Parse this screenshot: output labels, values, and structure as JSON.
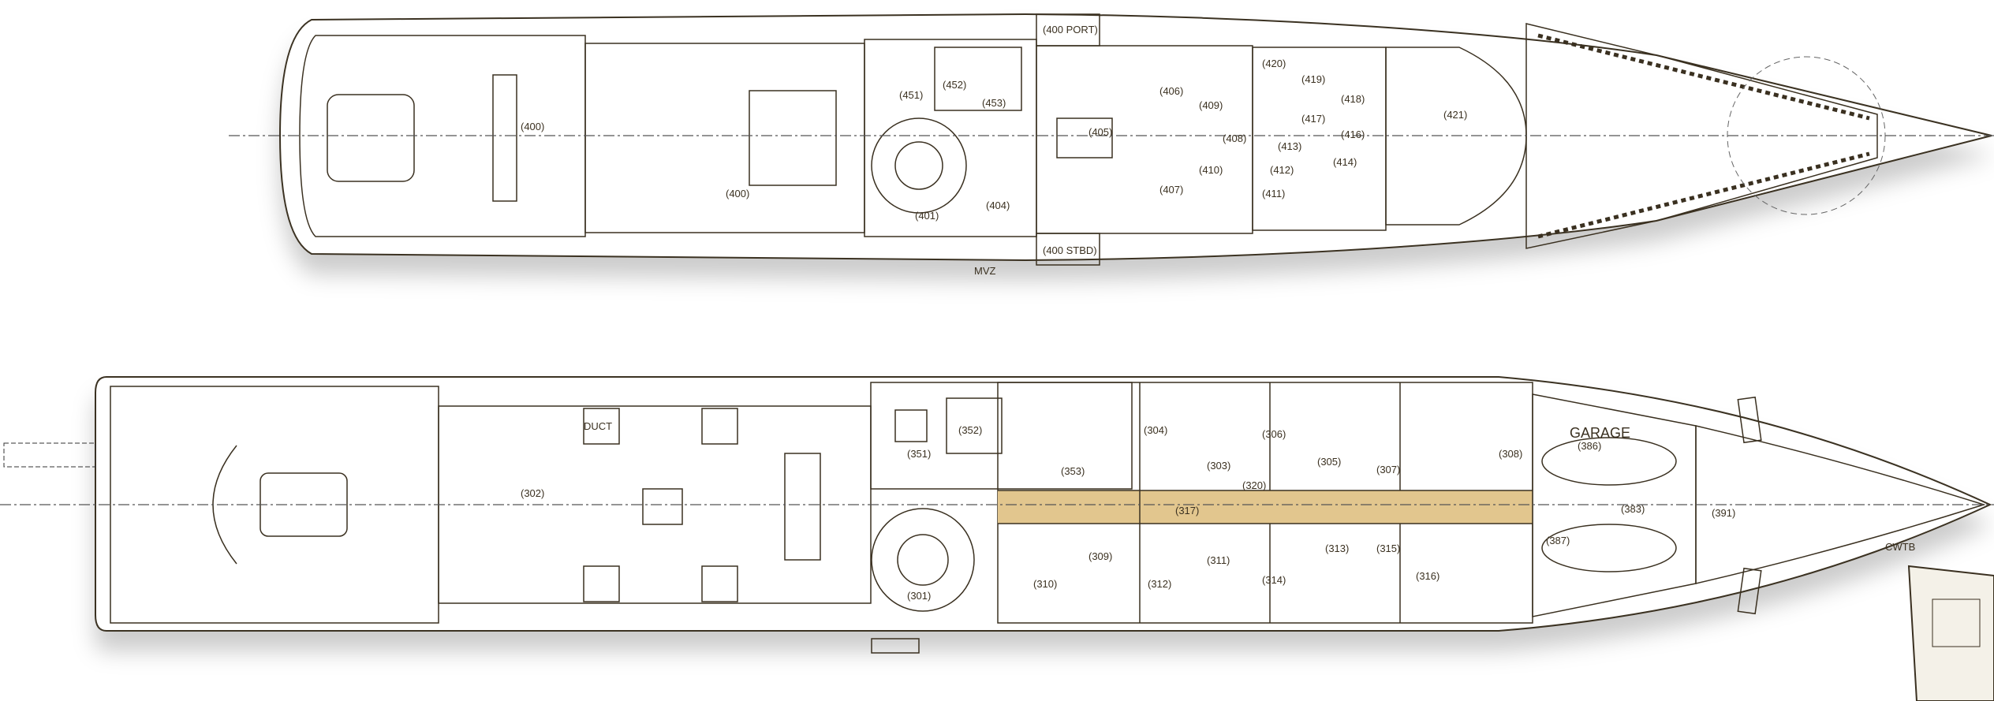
{
  "colors": {
    "wood": "#d9b87a",
    "deck_teak": "#c9a366",
    "floor": "#e8cf95",
    "white_area": "#f4f1e8",
    "crew_blue": "#c9d2e6",
    "hull": "#ffffff",
    "line": "#3a3020",
    "shadow": "#cfcfcf"
  },
  "upper_deck": {
    "frame_label": "MVZ",
    "rooms": {
      "upper_saloon": "(400)",
      "aft_deck": "(400)",
      "port_balcony": "(400 PORT)",
      "stbd_balcony": "(400 STBD)",
      "lift": "(451)",
      "service": "(452)",
      "corridor": "(453)",
      "stair": "(401)",
      "office": "(404)",
      "owner_suite": "(405)",
      "dressing_port": "(406)",
      "dressing_stbd": "(407)",
      "bath_port": "(409)",
      "bath_stbd": "(410)",
      "lobby": "(408)",
      "crew_a": "(411)",
      "crew_b": "(412)",
      "crew_c": "(413)",
      "crew_d": "(414)",
      "crew_e": "(416)",
      "crew_f": "(417)",
      "crew_g": "(418)",
      "crew_h": "(419)",
      "crew_i": "(420)",
      "bridge": "(421)"
    }
  },
  "main_deck": {
    "rooms": {
      "main_saloon": "(302)",
      "stair": "(301)",
      "pantry": "(351)",
      "corridor": "(352)",
      "galley": "(353)",
      "cabin_303": "(303)",
      "cabin_304": "(304)",
      "cabin_305": "(305)",
      "cabin_306": "(306)",
      "cabin_307": "(307)",
      "cabin_308": "(308)",
      "cabin_309": "(309)",
      "cabin_310": "(310)",
      "cabin_311": "(311)",
      "cabin_312": "(312)",
      "cabin_313": "(313)",
      "cabin_314": "(314)",
      "cabin_315": "(315)",
      "cabin_316": "(316)",
      "passage": "(317)",
      "crew_stair": "(320)",
      "technical": "(383)",
      "garage_label": "GARAGE",
      "garage_port": "(386)",
      "garage_stbd": "(387)",
      "foredeck": "(391)",
      "cwtb": "CWTB",
      "duct": "DUCT"
    }
  }
}
